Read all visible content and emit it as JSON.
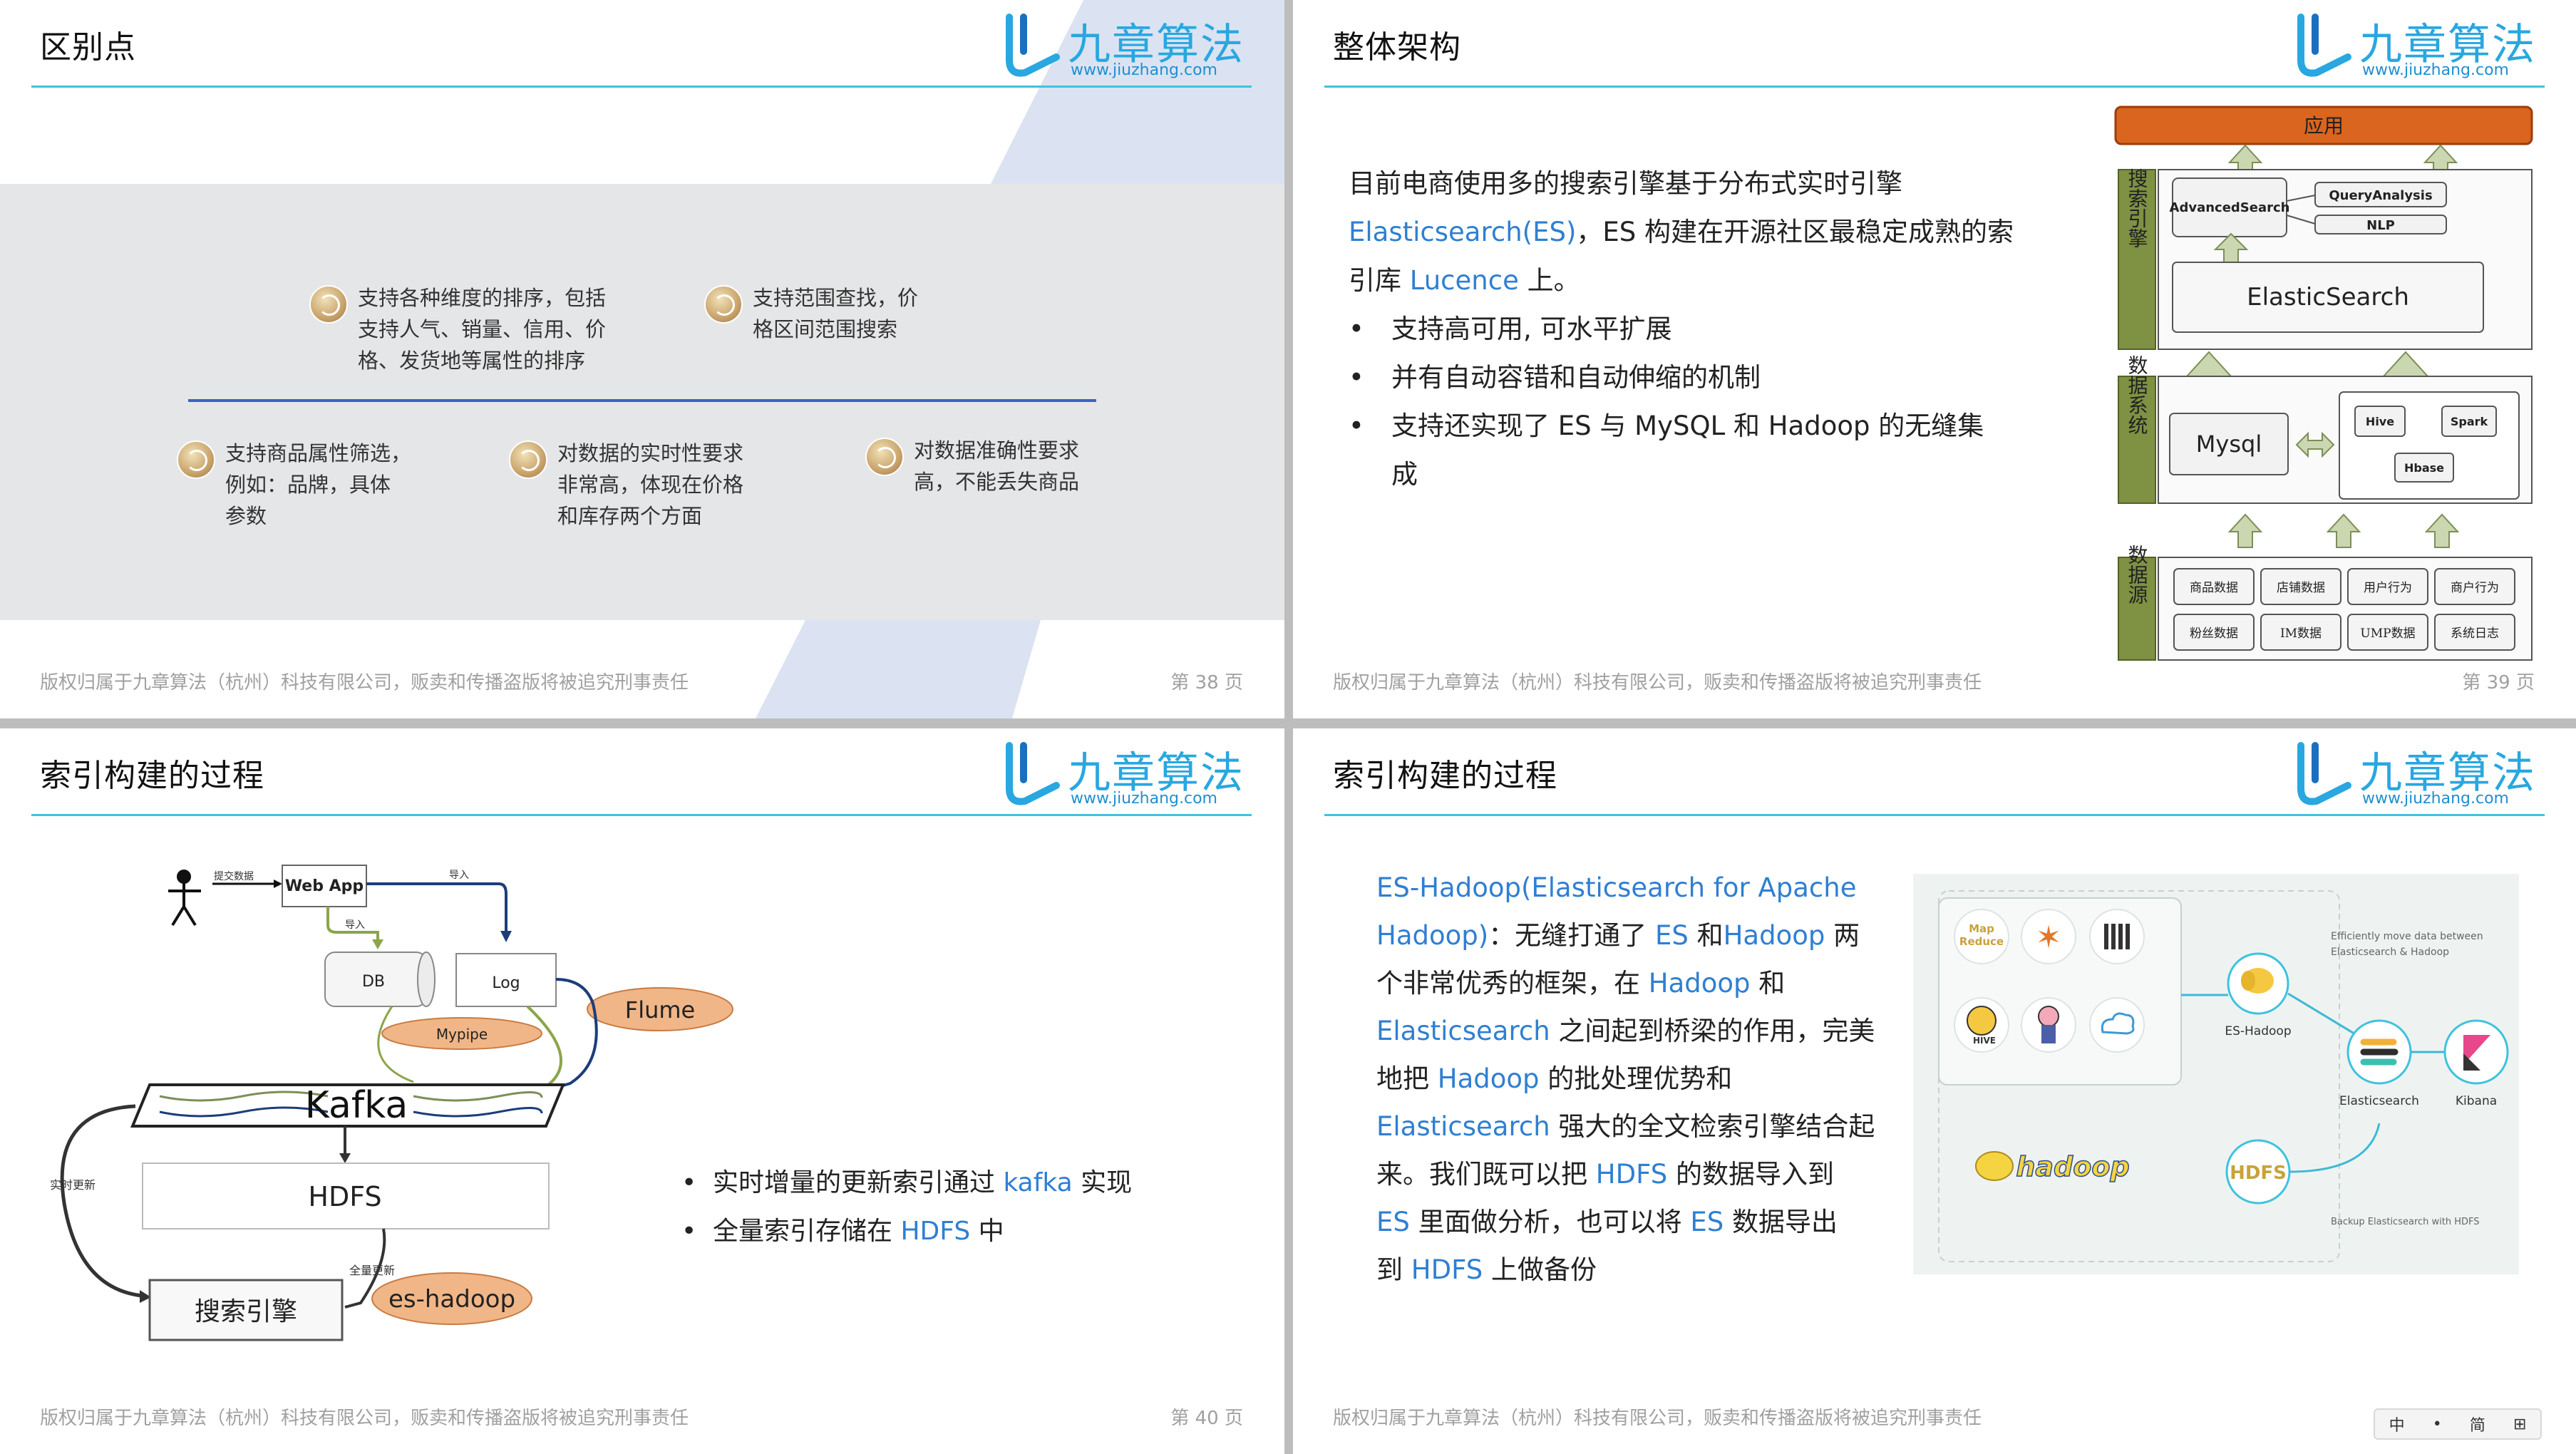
{
  "brand": {
    "logo_text": "九章算法",
    "logo_url": "www.jiuzhang.com",
    "footer": "版权归属于九章算法（杭州）科技有限公司，贩卖和传播盗版将被追究刑事责任"
  },
  "colors": {
    "accent_line": "#3fc2df",
    "link_blue": "#2f7fd2",
    "logo_blue": "#29a7e0"
  },
  "slide38": {
    "title": "区别点",
    "page": "第 38 页",
    "features_top": [
      [
        "支持各种维度的排序，包括",
        "支持人气、销量、信用、价",
        "格、发货地等属性的排序"
      ],
      [
        "支持范围查找，价",
        "格区间范围搜索"
      ]
    ],
    "features_bottom": [
      [
        "支持商品属性筛选，",
        "例如：品牌，具体",
        "参数"
      ],
      [
        "对数据的实时性要求",
        "非常高，体现在价格",
        "和库存两个方面"
      ],
      [
        "对数据准确性要求",
        "高，不能丢失商品"
      ]
    ]
  },
  "slide39": {
    "title": "整体架构",
    "page": "第 39 页",
    "para_line1": "目前电商使用多的搜索引擎基于分布式实时引擎",
    "para_es": "Elasticsearch(ES)",
    "para_line2_rest": "，ES 构建在开源社区最稳定成熟的索",
    "para_line3_pre": "引库 ",
    "para_lucence": "Lucence",
    "para_line3_post": " 上。",
    "bullets": [
      "支持高可用, 可水平扩展",
      "并有自动容错和自动伸缩的机制",
      "支持还实现了 ES 与 MySQL 和 Hadoop 的无缝集",
      "成"
    ],
    "bullet_mark": "•",
    "diagram": {
      "top": "应用",
      "search_engine": "搜索引擎",
      "advanced": "AdvancedSearch",
      "query": "QueryAnalysis",
      "nlp": "NLP",
      "es": "ElasticSearch",
      "data_system": "数据系统",
      "mysql": "Mysql",
      "hive": "Hive",
      "spark": "Spark",
      "hbase": "Hbase",
      "data_source": "数据源",
      "sources": [
        "商品数据",
        "店铺数据",
        "用户行为",
        "商户行为",
        "粉丝数据",
        "IM数据",
        "UMP数据",
        "系统日志"
      ]
    }
  },
  "slide40": {
    "title": "索引构建的过程",
    "page": "第 40 页",
    "bullet_mark": "•",
    "bullet1_pre": "实时增量的更新索引通过 ",
    "bullet1_link": "kafka",
    "bullet1_post": " 实现",
    "bullet2_pre": "全量索引存储在 ",
    "bullet2_link": "HDFS",
    "bullet2_post": " 中",
    "diagram": {
      "submit": "提交数据",
      "webapp": "Web App",
      "import1": "导入",
      "import2": "导入",
      "db": "DB",
      "log": "Log",
      "flume": "Flume",
      "mypipe": "Mypipe",
      "kafka": "Kafka",
      "realtime": "实时更新",
      "hdfs": "HDFS",
      "full": "全量更新",
      "engine": "搜索引擎",
      "eshadoop": "es-hadoop"
    }
  },
  "slide41": {
    "title": "索引构建的过程",
    "page": "",
    "t1": "ES-Hadoop(Elasticsearch for Apache",
    "t2": "Hadoop)",
    "t3": "：无缝打通了 ",
    "t4": "ES",
    "t5": " 和",
    "t6": "Hadoop",
    "t7": " 两",
    "t8": "个非常优秀的框架，在 ",
    "t9": "Hadoop",
    "t10": " 和",
    "t11": "Elasticsearch",
    "t12": " 之间起到桥梁的作用，完美",
    "t13": "地把 ",
    "t14": "Hadoop",
    "t15": " 的批处理优势和",
    "t16": "Elasticsearch",
    "t17": " 强大的全文检索引擎结合起",
    "t18": "来。我们既可以把 ",
    "t19": "HDFS",
    "t20": " 的数据导入到",
    "t21": "ES",
    "t22": " 里面做分析，也可以将 ",
    "t23": "ES",
    "t24": " 数据导出",
    "t25": "到 ",
    "t26": "HDFS",
    "t27": " 上做备份",
    "diagram": {
      "move_note1": "Efficiently move data between",
      "move_note2": "Elasticsearch & Hadoop",
      "eshadoop": "ES-Hadoop",
      "elasticsearch": "Elasticsearch",
      "kibana": "Kibana",
      "hadoop": "hadoop",
      "hdfs": "HDFS",
      "backup": "Backup Elasticsearch with HDFS",
      "mapreduce": "Map Reduce",
      "hive": "HIVE"
    }
  },
  "tray": {
    "items": [
      "中",
      "•",
      "简",
      "⊞"
    ]
  }
}
